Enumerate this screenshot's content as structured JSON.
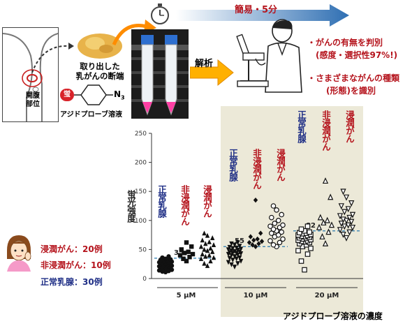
{
  "flow": {
    "opening_label": "開腹\n部位",
    "tissue_label": "取り出した\n乳がんの断端",
    "probe_label": "アジドプローブ溶液",
    "probe_chip": "蛍",
    "probe_n3": "N",
    "probe_n3_sub": "3",
    "analysis_label": "解析",
    "timer_label": "簡易・5分",
    "result1": "・がんの有無を判別",
    "result1b": "(感度・選択性97%!)",
    "result2": "・さまざまながんの種類",
    "result2b": "(形態)を識別"
  },
  "legend": {
    "invasive": "浸潤がん：20例",
    "noninvasive": "非浸潤がん：10例",
    "normal": "正常乳腺：30例"
  },
  "colors": {
    "blue": "#1f2f86",
    "red": "#b5141d",
    "band": "#ece9d8",
    "dash": "#2a7bb0",
    "arrow": "#2f6fb3",
    "orange": "#ff8c00"
  },
  "chart_data": {
    "type": "scatter",
    "ylabel": "蛍光強度",
    "xlabel": "アジドプローブ溶液の濃度",
    "ylim": [
      0,
      250
    ],
    "yticks": [
      0,
      50,
      100,
      150,
      200,
      250
    ],
    "groups": [
      {
        "concentration": "5 μM",
        "threshold": 35,
        "series": [
          {
            "name": "正常乳腺",
            "color": "#1f2f86",
            "marker": "circle",
            "values": [
              11,
              13,
              14,
              15,
              16,
              17,
              18,
              19,
              20,
              21,
              22,
              23,
              24,
              25,
              26,
              27,
              28,
              29,
              30,
              31,
              32,
              33,
              34,
              12,
              17,
              21,
              25,
              28,
              36,
              38
            ]
          },
          {
            "name": "非浸潤がん",
            "color": "#b5141d",
            "marker": "square",
            "values": [
              30,
              34,
              37,
              40,
              42,
              44,
              46,
              50,
              55,
              62
            ]
          },
          {
            "name": "浸潤がん",
            "color": "#b5141d",
            "marker": "triangle",
            "values": [
              22,
              26,
              30,
              34,
              36,
              38,
              40,
              42,
              46,
              48,
              50,
              52,
              55,
              58,
              60,
              63,
              66,
              70,
              74,
              78
            ]
          }
        ]
      },
      {
        "concentration": "10 μM",
        "threshold": 55,
        "series": [
          {
            "name": "正常乳腺",
            "color": "#1f2f86",
            "marker": "triangle-down",
            "values": [
              20,
              24,
              28,
              30,
              32,
              34,
              36,
              38,
              40,
              41,
              42,
              43,
              44,
              45,
              46,
              47,
              48,
              49,
              50,
              51,
              52,
              53,
              54,
              56,
              58,
              60,
              62,
              26,
              35,
              44
            ]
          },
          {
            "name": "非浸潤がん",
            "color": "#b5141d",
            "marker": "diamond",
            "values": [
              55,
              58,
              60,
              62,
              64,
              66,
              68,
              72,
              78,
              135
            ]
          },
          {
            "name": "浸潤がん",
            "color": "#b5141d",
            "marker": "circle-open",
            "values": [
              55,
              58,
              62,
              65,
              68,
              72,
              75,
              78,
              80,
              82,
              85,
              88,
              90,
              92,
              95,
              100,
              105,
              110,
              118,
              125
            ]
          }
        ]
      },
      {
        "concentration": "20 μM",
        "threshold": 82,
        "series": [
          {
            "name": "正常乳腺",
            "color": "#1f2f86",
            "marker": "square-open",
            "values": [
              15,
              30,
              42,
              48,
              52,
              55,
              58,
              60,
              62,
              63,
              64,
              65,
              66,
              67,
              68,
              69,
              70,
              71,
              72,
              73,
              74,
              75,
              76,
              77,
              78,
              79,
              80,
              82,
              85,
              90
            ]
          },
          {
            "name": "非浸潤がん",
            "color": "#b5141d",
            "marker": "triangle-open",
            "values": [
              60,
              72,
              80,
              88,
              92,
              96,
              100,
              105,
              140,
              168
            ]
          },
          {
            "name": "浸潤がん",
            "color": "#b5141d",
            "marker": "triangle-down-open",
            "values": [
              70,
              76,
              80,
              84,
              88,
              90,
              92,
              95,
              98,
              100,
              102,
              105,
              108,
              110,
              115,
              120,
              125,
              130,
              140,
              150
            ]
          }
        ]
      }
    ]
  }
}
